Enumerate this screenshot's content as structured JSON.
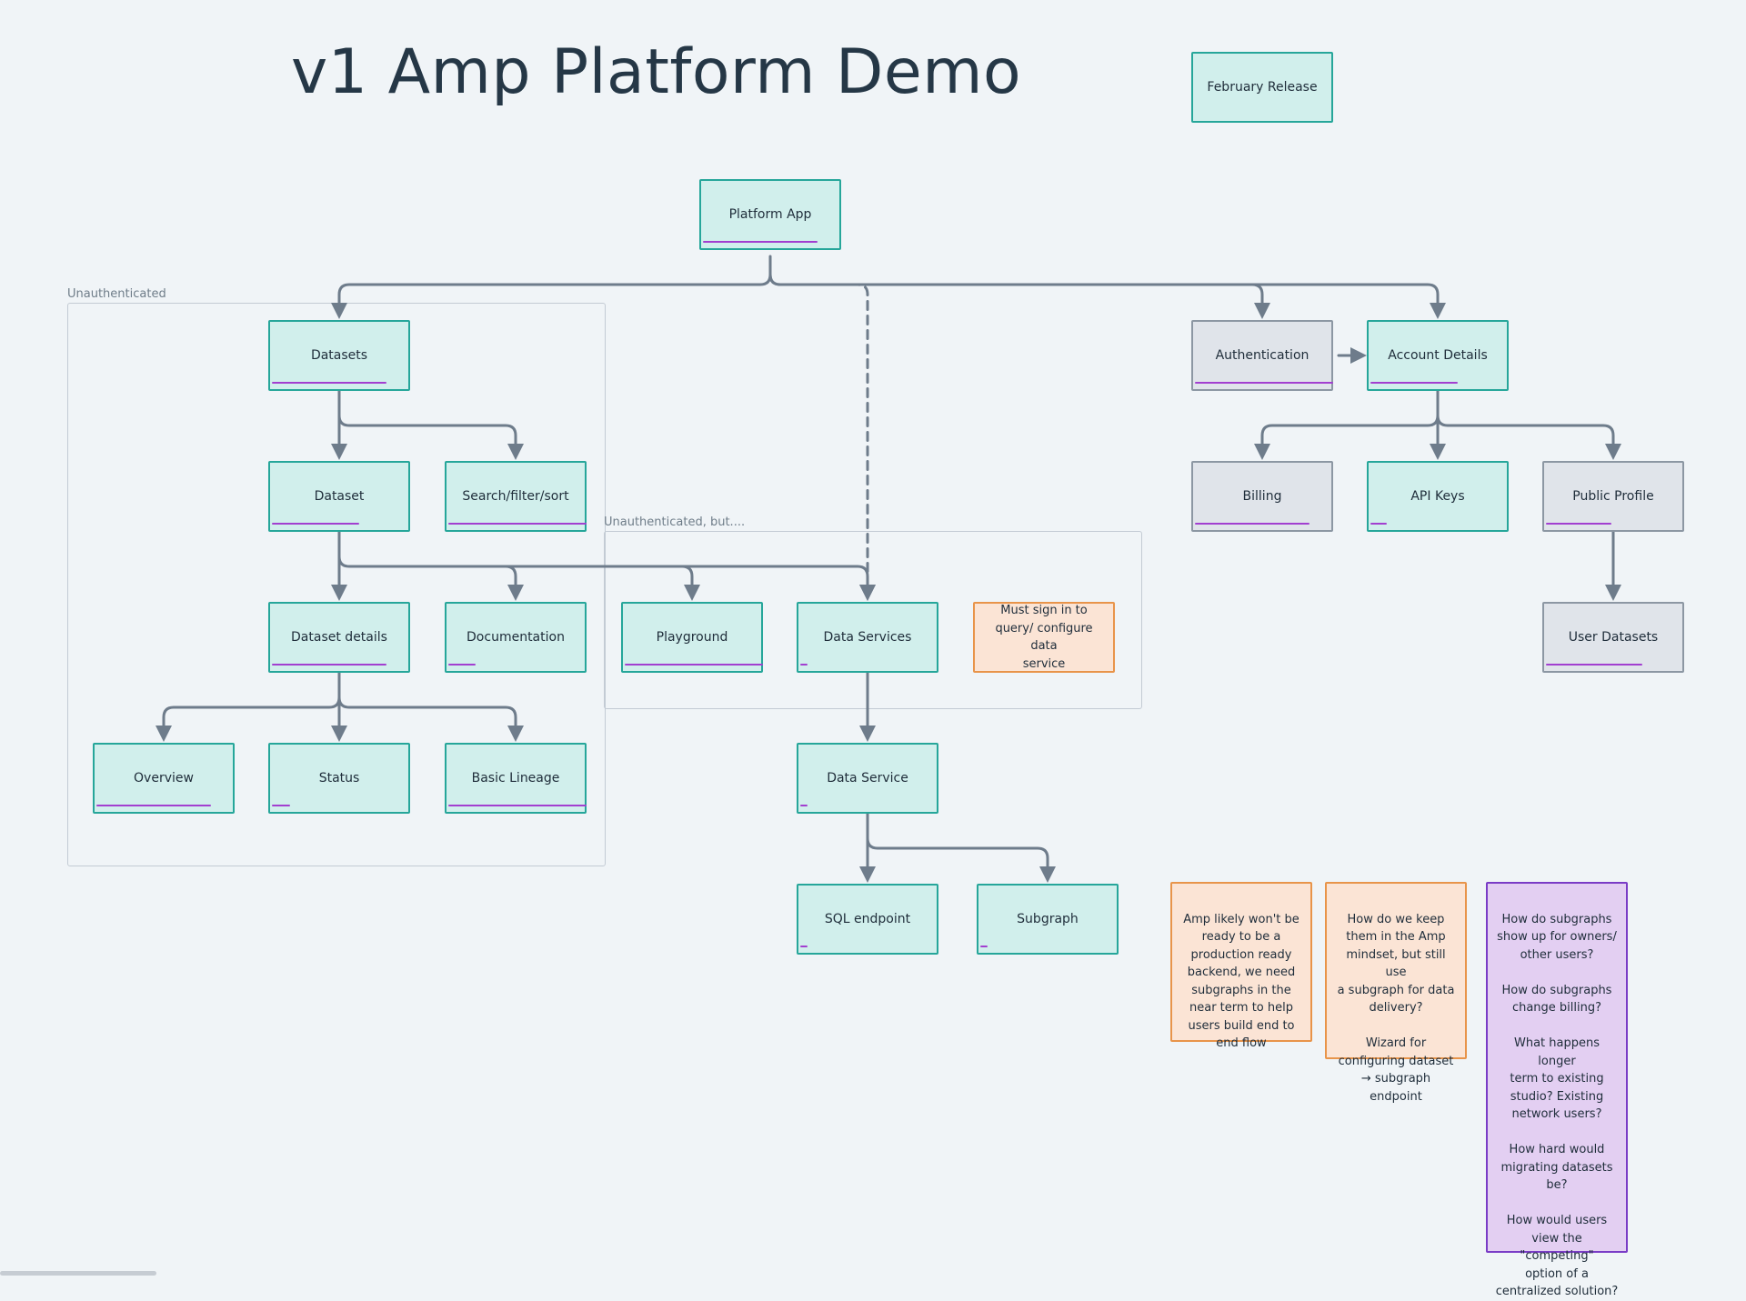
{
  "title": "v1 Amp Platform Demo",
  "frames": {
    "unauth": "Unauthenticated",
    "unauth_but": "Unauthenticated, but...."
  },
  "nodes": {
    "release": "February Release",
    "platform_app": "Platform App",
    "datasets": "Datasets",
    "dataset": "Dataset",
    "search": "Search/filter/sort",
    "dataset_details": "Dataset details",
    "documentation": "Documentation",
    "playground": "Playground",
    "data_services": "Data Services",
    "overview": "Overview",
    "status": "Status",
    "basic_lineage": "Basic Lineage",
    "data_service": "Data Service",
    "sql_endpoint": "SQL endpoint",
    "subgraph": "Subgraph",
    "authentication": "Authentication",
    "account_details": "Account Details",
    "billing": "Billing",
    "api_keys": "API Keys",
    "public_profile": "Public Profile",
    "user_datasets": "User Datasets"
  },
  "notes": {
    "sign_in": "Must sign in to\nquery/ configure data\nservice",
    "amp": "Amp likely won't be\nready to be a\nproduction ready\nbackend, we need\nsubgraphs in the\nnear term to help\nusers build end to\nend flow",
    "mindset": "How do we keep\nthem in the Amp\nmindset, but still use\na subgraph for data\ndelivery?\n\nWizard for\nconfiguring dataset\n→ subgraph endpoint",
    "questions": "How do subgraphs\nshow up for owners/\nother users?\n\nHow do subgraphs\nchange billing?\n\nWhat happens longer\nterm to existing\nstudio? Existing\nnetwork users?\n\nHow hard would\nmigrating datasets\nbe?\n\nHow would users\nview the \"competing\"\noption of a\ncentralized solution?"
  },
  "colors": {
    "node_fill": "#d1efec",
    "node_border": "#26a69a",
    "gray_fill": "#e0e4ea",
    "gray_border": "#8c97a3",
    "accent_bar": "#a23fd0",
    "note_orange_fill": "#fbe4d5",
    "note_orange_border": "#e8944a",
    "note_purple_fill": "#e3cff2",
    "note_purple_border": "#7a3cc6",
    "connector": "#6e7c8b"
  }
}
